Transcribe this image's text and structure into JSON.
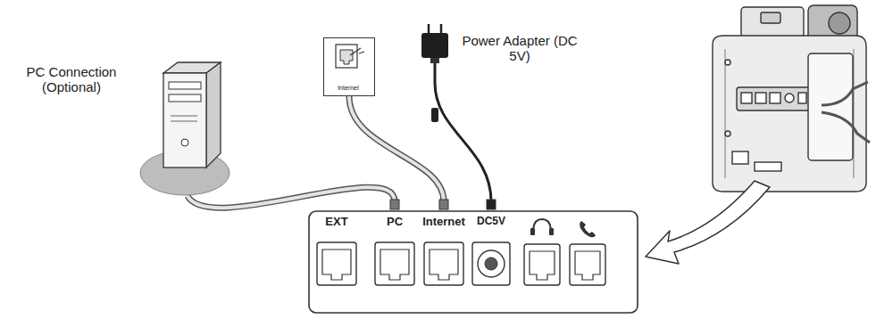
{
  "diagram": {
    "nodes": [
      {
        "text": [
          "PC Connection (Optional)"
        ]
      },
      {
        "text": [
          "Internet"
        ]
      },
      {
        "text": [
          "Power Adapter (DC 5V)"
        ]
      },
      {
        "text": [
          "EXT",
          "PC",
          "Internet",
          "DC5V"
        ]
      }
    ],
    "edges": [
      {
        "from": 0,
        "to": 3,
        "arrow": "none"
      },
      {
        "from": 1,
        "to": 3,
        "arrow": "none"
      },
      {
        "from": 2,
        "to": 3,
        "arrow": "none"
      }
    ]
  }
}
